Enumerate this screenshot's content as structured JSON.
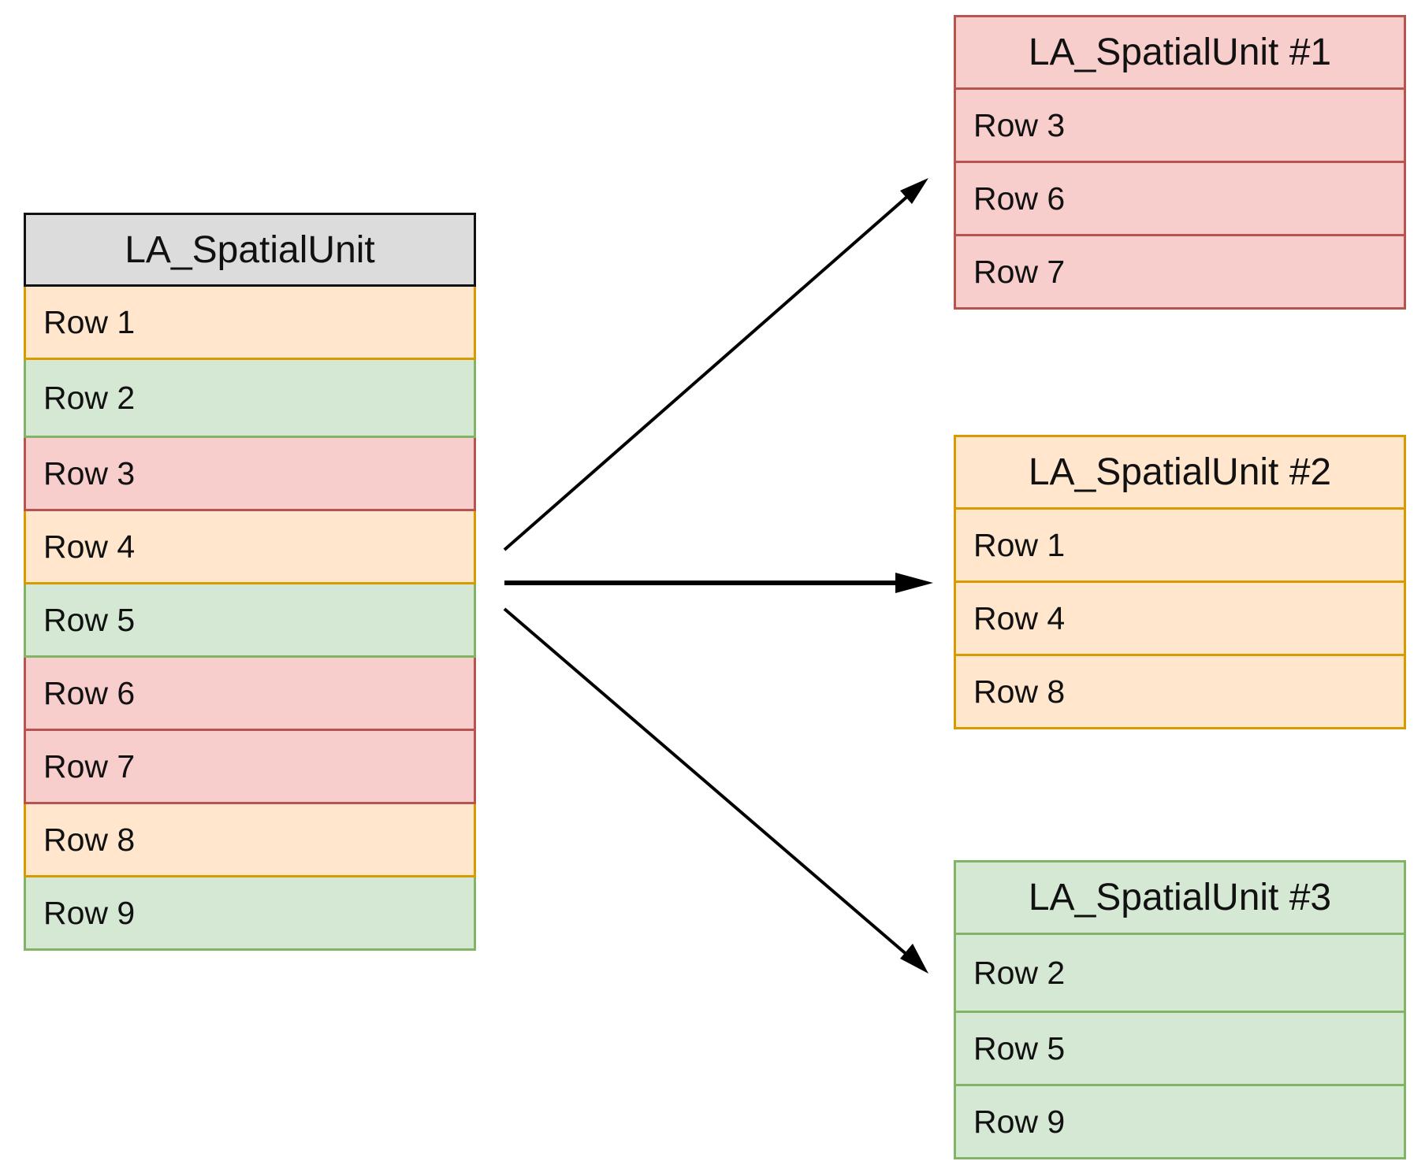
{
  "source": {
    "title": "LA_SpatialUnit",
    "rows": [
      {
        "label": "Row 1",
        "color": "orange"
      },
      {
        "label": "Row 2",
        "color": "green"
      },
      {
        "label": "Row 3",
        "color": "red"
      },
      {
        "label": "Row 4",
        "color": "orange"
      },
      {
        "label": "Row 5",
        "color": "green"
      },
      {
        "label": "Row 6",
        "color": "red"
      },
      {
        "label": "Row 7",
        "color": "red"
      },
      {
        "label": "Row 8",
        "color": "orange"
      },
      {
        "label": "Row 9",
        "color": "green"
      }
    ]
  },
  "units": [
    {
      "title": "LA_SpatialUnit #1",
      "color": "red",
      "rows": [
        "Row 3",
        "Row 6",
        "Row 7"
      ]
    },
    {
      "title": "LA_SpatialUnit #2",
      "color": "orange",
      "rows": [
        "Row 1",
        "Row 4",
        "Row 8"
      ]
    },
    {
      "title": "LA_SpatialUnit #3",
      "color": "green",
      "rows": [
        "Row 2",
        "Row 5",
        "Row 9"
      ]
    }
  ],
  "colors": {
    "orange": {
      "fill": "#ffe6cc",
      "stroke": "#d79b00"
    },
    "green": {
      "fill": "#d5e8d4",
      "stroke": "#82b366"
    },
    "red": {
      "fill": "#f8cecc",
      "stroke": "#b85450"
    },
    "header": {
      "fill": "#dcdcdc",
      "stroke": "#111111"
    }
  }
}
